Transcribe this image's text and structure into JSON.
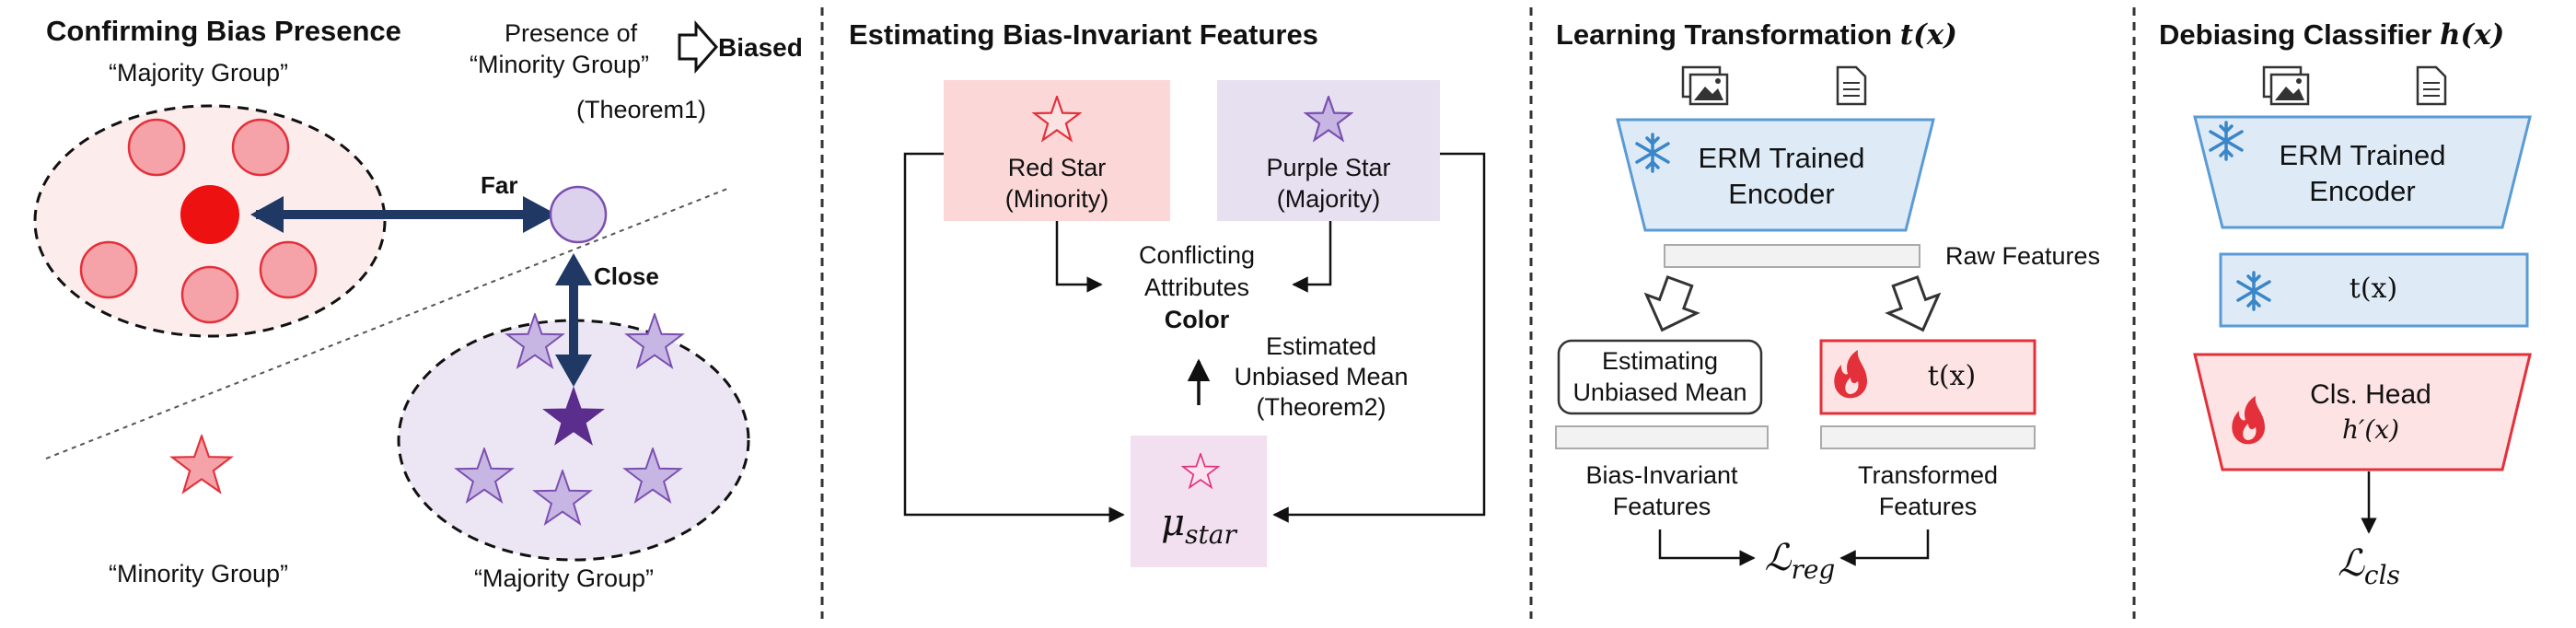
{
  "panel1": {
    "title": "Confirming Bias Presence",
    "majority_top": "“Majority Group”",
    "presence_line1": "Presence of",
    "presence_line2": "“Minority Group”",
    "biased": "Biased",
    "theorem1": "(Theorem1)",
    "far": "Far",
    "close": "Close",
    "minority_bottom": "“Minority Group”",
    "majority_bottom": "“Majority Group”"
  },
  "panel2": {
    "title": "Estimating Bias-Invariant Features",
    "red_star_line1": "Red Star",
    "red_star_line2": "(Minority)",
    "purple_star_line1": "Purple Star",
    "purple_star_line2": "(Majority)",
    "conflicting_line1": "Conflicting",
    "conflicting_line2": "Attributes",
    "color": "Color",
    "estimated_line1": "Estimated",
    "estimated_line2": "Unbiased Mean",
    "estimated_line3": "(Theorem2)",
    "mu_base": "μ",
    "mu_sub": "star"
  },
  "panel3": {
    "title_text": "Learning Transformation ",
    "title_math": "t(x)",
    "encoder_line1": "ERM Trained",
    "encoder_line2": "Encoder",
    "raw_features": "Raw Features",
    "estimating_line1": "Estimating",
    "estimating_line2": "Unbiased Mean",
    "tx": "t(x)",
    "bias_invariant_line1": "Bias-Invariant",
    "bias_invariant_line2": "Features",
    "transformed_line1": "Transformed",
    "transformed_line2": "Features",
    "loss_base": "ℒ",
    "loss_sub": "reg"
  },
  "panel4": {
    "title_text": "Debiasing Classifier ",
    "title_math": "h(x)",
    "encoder_line1": "ERM Trained",
    "encoder_line2": "Encoder",
    "tx": "t(x)",
    "cls_head": "Cls. Head",
    "h_prime": "h′(x)",
    "loss_base": "ℒ",
    "loss_sub": "cls"
  },
  "colors": {
    "red_fill": "#f5a3a8",
    "red_stroke": "#e3303a",
    "red_region": "#fdecec",
    "purple_fill": "#c7b6e3",
    "purple_stroke": "#7a4fb0",
    "purple_region": "#ece6f4",
    "dark_purple": "#5b2d8c",
    "arrow_navy": "#1f3864",
    "frozen_fill": "#deebf7",
    "frozen_stroke": "#5b9bd5",
    "train_fill": "#fde3e3",
    "train_stroke": "#e3303a"
  },
  "icons": [
    "image-icon",
    "document-icon",
    "snowflake-icon",
    "flame-icon",
    "star-icon"
  ]
}
